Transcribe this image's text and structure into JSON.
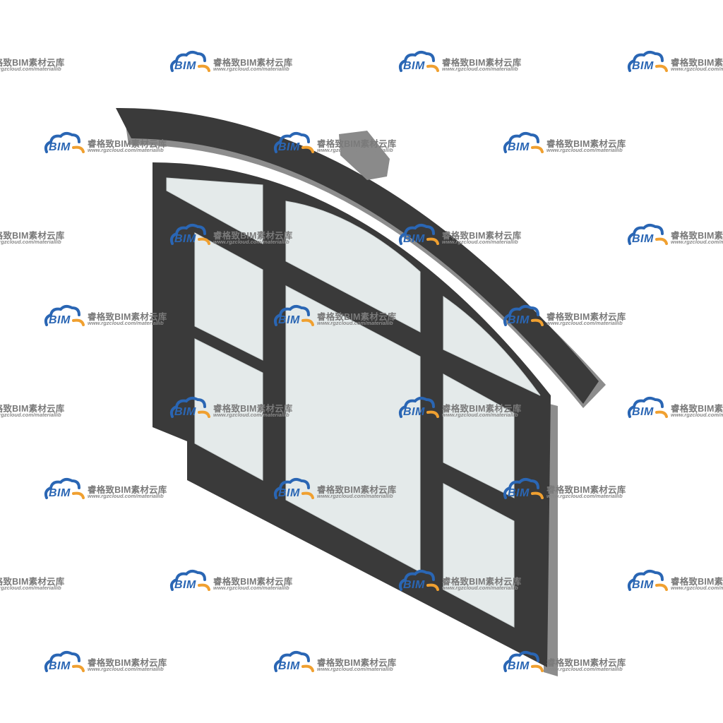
{
  "watermark": {
    "brand_text": "睿格致BIM素材云库",
    "url_text": "www.rgzcloud.com/materiallib",
    "logo_text": "BIM",
    "logo_blue": "#2a66b4",
    "logo_orange": "#f0a030"
  },
  "model": {
    "frame_color": "#3a3a3a",
    "frame_side_color": "#8d8d8d",
    "glass_color": "#e4eaea",
    "bracket_color": "#8a8a8a"
  }
}
